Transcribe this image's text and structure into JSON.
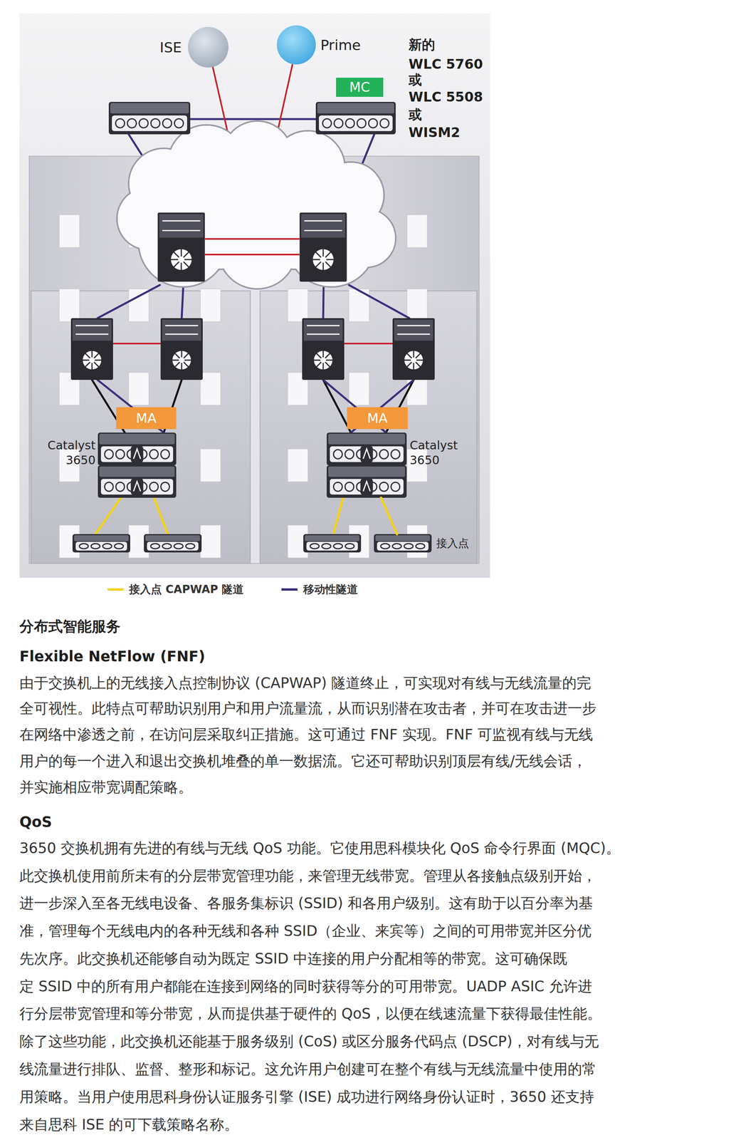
{
  "diagram": {
    "nodes": [
      {
        "text": [
          "ISE"
        ]
      },
      {
        "text": [
          "Prime"
        ]
      },
      {
        "text": [
          "MC"
        ]
      },
      {
        "text": [
          "MA"
        ]
      },
      {
        "text": [
          "MA"
        ]
      },
      {
        "text": [
          "Catalyst 3650"
        ]
      },
      {
        "text": [
          "Catalyst 3650"
        ]
      },
      {
        "text": [
          "接入点"
        ]
      }
    ],
    "edges": [
      {
        "from": 6,
        "to": 7,
        "arrow": "none"
      }
    ],
    "labels": [
      "新的",
      "WLC 5760",
      "或",
      "WLC 5508",
      "或",
      "WISM2",
      "分布式智能服务",
      "Flexible NetFlow (FNF)",
      "由于交换机上的无线接入点控制协议 (CAPWAP) 隧道终止，可实现对有线与无线流量的完",
      "全可视性。此特点可帮助识别用户和用户流量流，从而识别潜在攻击者，并可在攻击进一步",
      "在网络中渗透之前，在访问层采取纠正措施。这可通过 FNF 实现。FNF 可监视有线与无线",
      "用户的每一个进入和退出交换机堆叠的单一数据流。它还可帮助识别顶层有线/无线会话，",
      "并实施相应带宽调配策略。",
      "QoS",
      "3650 交换机拥有先进的有线与无线 QoS 功能。它使用思科模块化 QoS 命令行界面 (MQC)。",
      "此交换机使用前所未有的分层带宽管理功能，来管理无线带宽。管理从各接触点级别开始，",
      "进一步深入至各无线电设备、各服务集标识 (SSID) 和各用户级别。这有助于以百分率为基",
      "准，管理每个无线电内的各种无线和各种 SSID（企业、来宾等）之间的可用带宽并区分优",
      "先次序。此交换机还能够自动为既定 SSID 中连接的用户分配相等的带宽。这可确保既",
      "定 SSID 中的所有用户都能在连接到网络的同时获得等分的可用带宽。UADP ASIC 允许进",
      "行分层带宽管理和等分带宽，从而提供基于硬件的 QoS，以便在线速流量下获得最佳性能。",
      "除了这些功能，此交换机还能基于服务级别 (CoS) 或区分服务代码点 (DSCP)，对有线与无",
      "线流量进行排队、监督、整形和标记。这允许用户创建可在整个有线与无线流量中使用的常",
      "用策略。当用户使用思科身份认证服务引擎 (ISE) 成功进行网络身份认证时，3650 还支持",
      "来自思科 ISE 的可下载策略名称。"
    ],
    "legend": [
      {
        "text": "接入点 CAPWAP 隧道"
      },
      {
        "text": "移动性隧道"
      }
    ]
  }
}
